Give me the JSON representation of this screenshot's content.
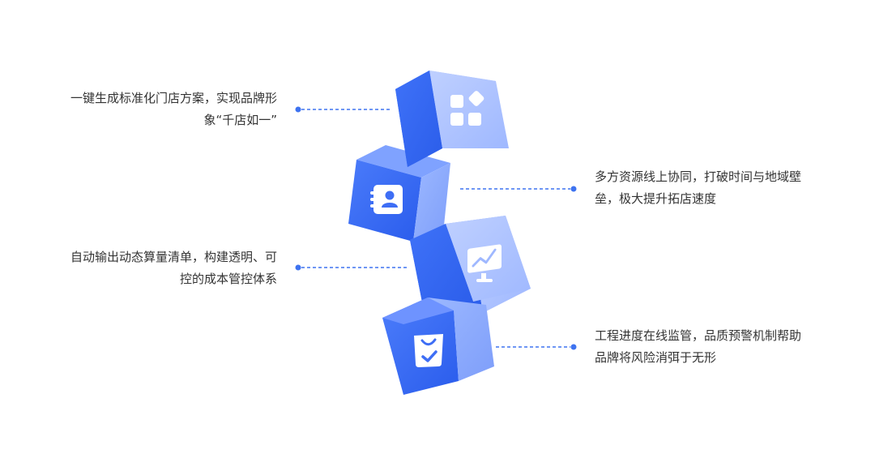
{
  "features": [
    {
      "id": "standard-plan",
      "lines": [
        "一键生成标准化门店方案，实现品牌形",
        "象“千店如一”"
      ],
      "icon": "grid-apps-icon"
    },
    {
      "id": "collaboration",
      "lines": [
        "多方资源线上协同，打破时间与地域壁",
        "垒，极大提升拓店速度"
      ],
      "icon": "contact-book-icon"
    },
    {
      "id": "bill-of-quantities",
      "lines": [
        "自动输出动态算量清单，构建透明、可",
        "控的成本管控体系"
      ],
      "icon": "monitor-chart-icon"
    },
    {
      "id": "progress-monitor",
      "lines": [
        "工程进度在线监管，品质预警机制帮助",
        "品牌将风险消弭于无形"
      ],
      "icon": "shopping-bag-check-icon"
    }
  ],
  "colors": {
    "text": "#333333",
    "connector": "#3E73F0",
    "cube_top": "#A9BEFF",
    "cube_front": "#3E6EF5",
    "cube_side": "#8FB0FF"
  }
}
